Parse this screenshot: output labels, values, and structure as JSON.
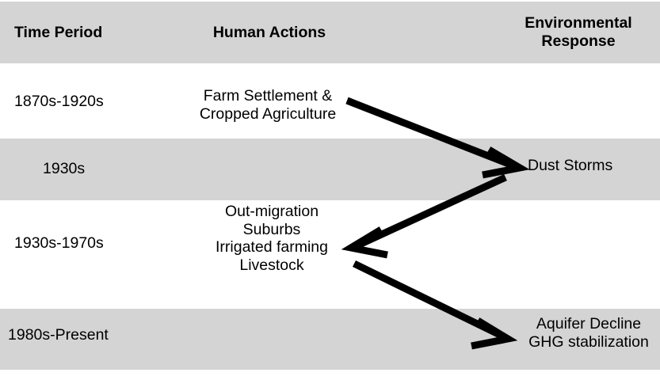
{
  "figure": {
    "type": "flow-diagram-table",
    "background_color": "#ffffff",
    "band_color": "#d4d4d4",
    "arrow_color": "#000000"
  },
  "header": {
    "col_time": "Time Period",
    "col_human": "Human Actions",
    "col_env": "Environmental\nResponse"
  },
  "rows": [
    {
      "time": "1870s-1920s",
      "human": "Farm Settlement &\nCropped Agriculture",
      "env": "",
      "shaded": false
    },
    {
      "time": "1930s",
      "human": "",
      "env": "Dust Storms",
      "shaded": true
    },
    {
      "time": "1930s-1970s",
      "human": "Out-migration\nSuburbs\nIrrigated farming\nLivestock",
      "env": "",
      "shaded": false
    },
    {
      "time": "1980s-Present",
      "human": "",
      "env": "Aquifer Decline\nGHG stabilization",
      "shaded": true
    }
  ],
  "arrows": [
    {
      "name": "farm-settlement-to-dust-storms",
      "from": "Farm Settlement & Cropped Agriculture",
      "to": "Dust Storms",
      "direction": "down-right"
    },
    {
      "name": "dust-storms-to-out-migration",
      "from": "Dust Storms",
      "to": "Out-migration / Suburbs / Irrigated farming / Livestock",
      "direction": "down-left"
    },
    {
      "name": "out-migration-to-aquifer-decline",
      "from": "Out-migration / Suburbs / Irrigated farming / Livestock",
      "to": "Aquifer Decline / GHG stabilization",
      "direction": "down-right"
    }
  ]
}
